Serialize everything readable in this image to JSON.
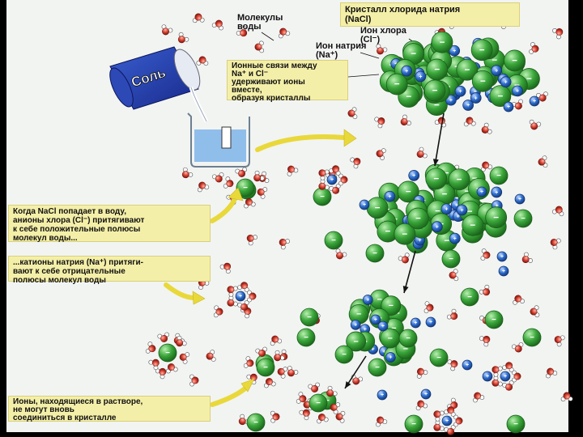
{
  "labels": {
    "water_molecules": "Молекулы\nводы",
    "crystal_nacl": "Кристалл хлорида натрия\n(NaCl)",
    "chloride_ion": "Ион хлора\n(Cl⁻)",
    "sodium_ion": "Ион натрия\n(Na⁺)",
    "salt_can": "Соль"
  },
  "boxes": {
    "ionic_bonds": "Ионные связи между\nNa⁺ и Cl⁻\nудерживают ионы\nвместе,\nобразуя кристаллы",
    "chlorine_attraction": "Когда NaCl попадает в воду,\nанионы хлора (Cl⁻) притягивают\nк себе положительные полюсы\nмолекул воды...",
    "sodium_attraction": "...катионы натрия (Na⁺) притяги-\nвают к себе отрицательные\nполюсы молекул воды",
    "no_recrystallize": "Ионы, находящиеся в растворе,\nне могут вновь\nсоединиться в кристалле"
  },
  "colors": {
    "chloride": "#3aa63a",
    "sodium": "#2f6fcf",
    "oxygen": "#d23a2a",
    "hydrogen": "#ffffff",
    "note_box": "#f4efa8",
    "arrow": "#e9d83a"
  },
  "ion_symbols": {
    "minus": "−",
    "plus": "+"
  }
}
